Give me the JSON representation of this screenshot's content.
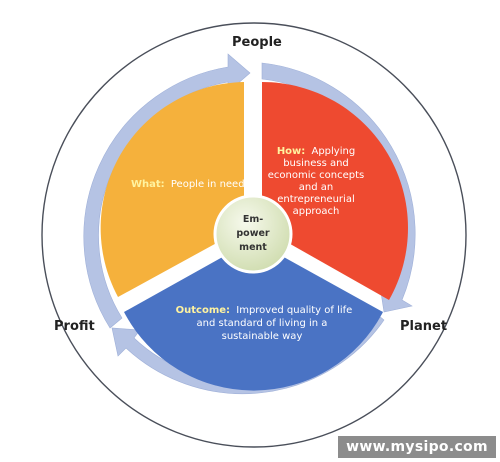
{
  "labels": {
    "people": "People",
    "planet": "Planet",
    "profit": "Profit"
  },
  "center": {
    "line1": "Em-",
    "line2": "power",
    "line3": "ment"
  },
  "segments": {
    "what": {
      "key": "What:",
      "text": "People in need"
    },
    "how": {
      "key": "How:",
      "lines": [
        "Applying",
        "business and",
        "economic concepts",
        "and an",
        "entrepreneurial",
        "approach"
      ]
    },
    "outcome": {
      "key": "Outcome:",
      "lines": [
        "Improved quality of life",
        "and standard of living in a",
        "sustainable way"
      ]
    }
  },
  "watermark": "www.mysipo.com",
  "colors": {
    "what": "#f5b13c",
    "how": "#ee4a30",
    "outcome": "#4a73c4",
    "ring": "#b5c3e4",
    "center": "#dfe8c8"
  }
}
